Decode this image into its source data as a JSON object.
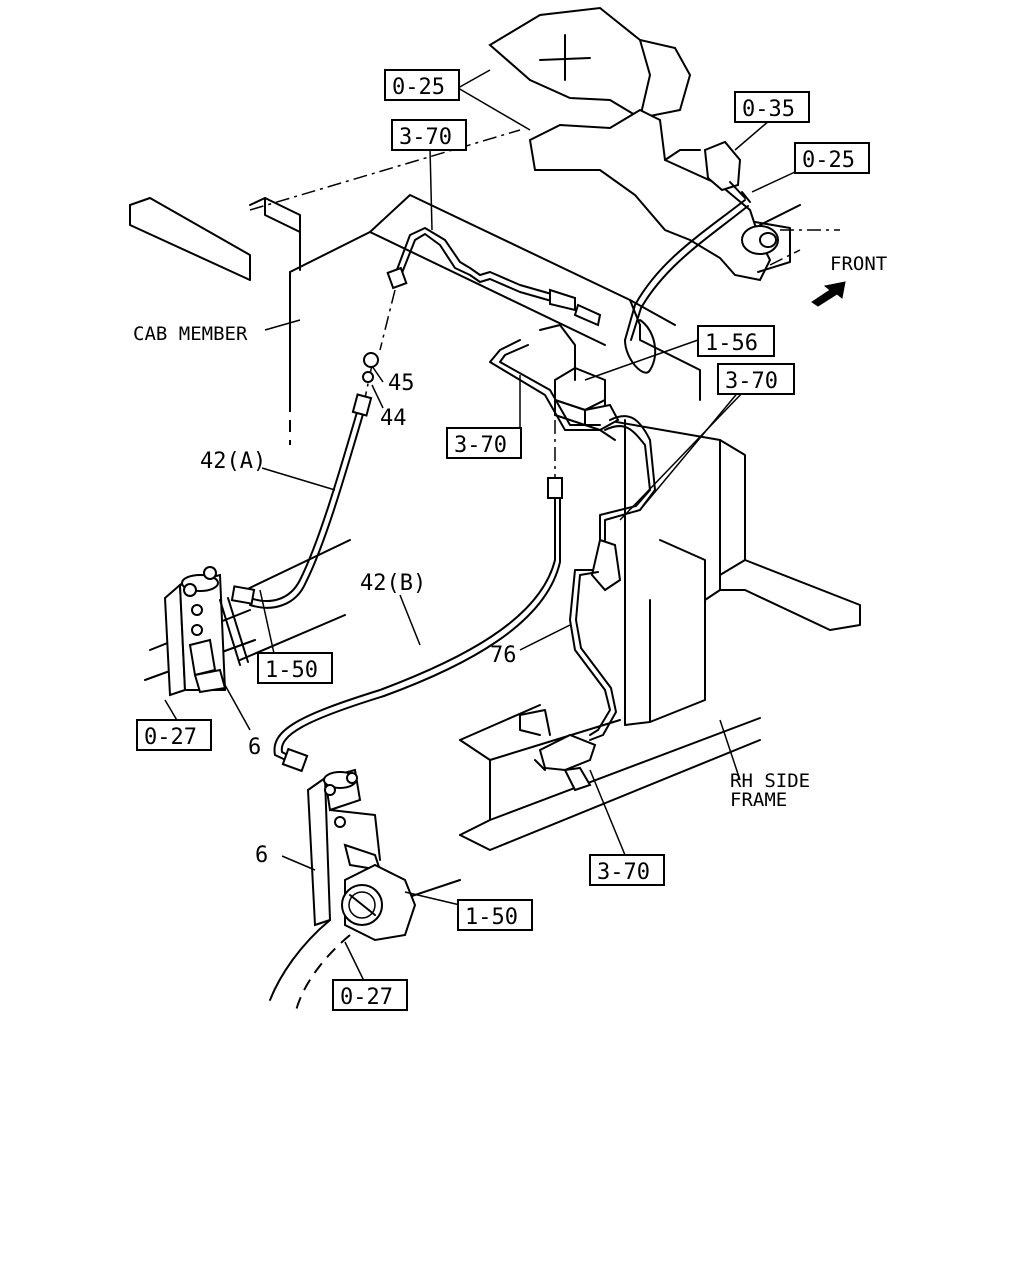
{
  "refs": {
    "r025_top": "0-25",
    "r035": "0-35",
    "r025_right": "0-25",
    "r370_top": "3-70",
    "r156": "1-56",
    "r370_right": "3-70",
    "r370_mid": "3-70",
    "r150_left": "1-50",
    "r027_left": "0-27",
    "r370_bottom": "3-70",
    "r150_bottom": "1-50",
    "r027_bottom": "0-27"
  },
  "labels": {
    "cab_member": "CAB MEMBER",
    "front": "FRONT",
    "rh_side": "RH SIDE",
    "frame": "FRAME"
  },
  "parts": {
    "p45": "45",
    "p44": "44",
    "p42a": "42(A)",
    "p42b": "42(B)",
    "p76": "76",
    "p6_left": "6",
    "p6_bottom": "6"
  }
}
